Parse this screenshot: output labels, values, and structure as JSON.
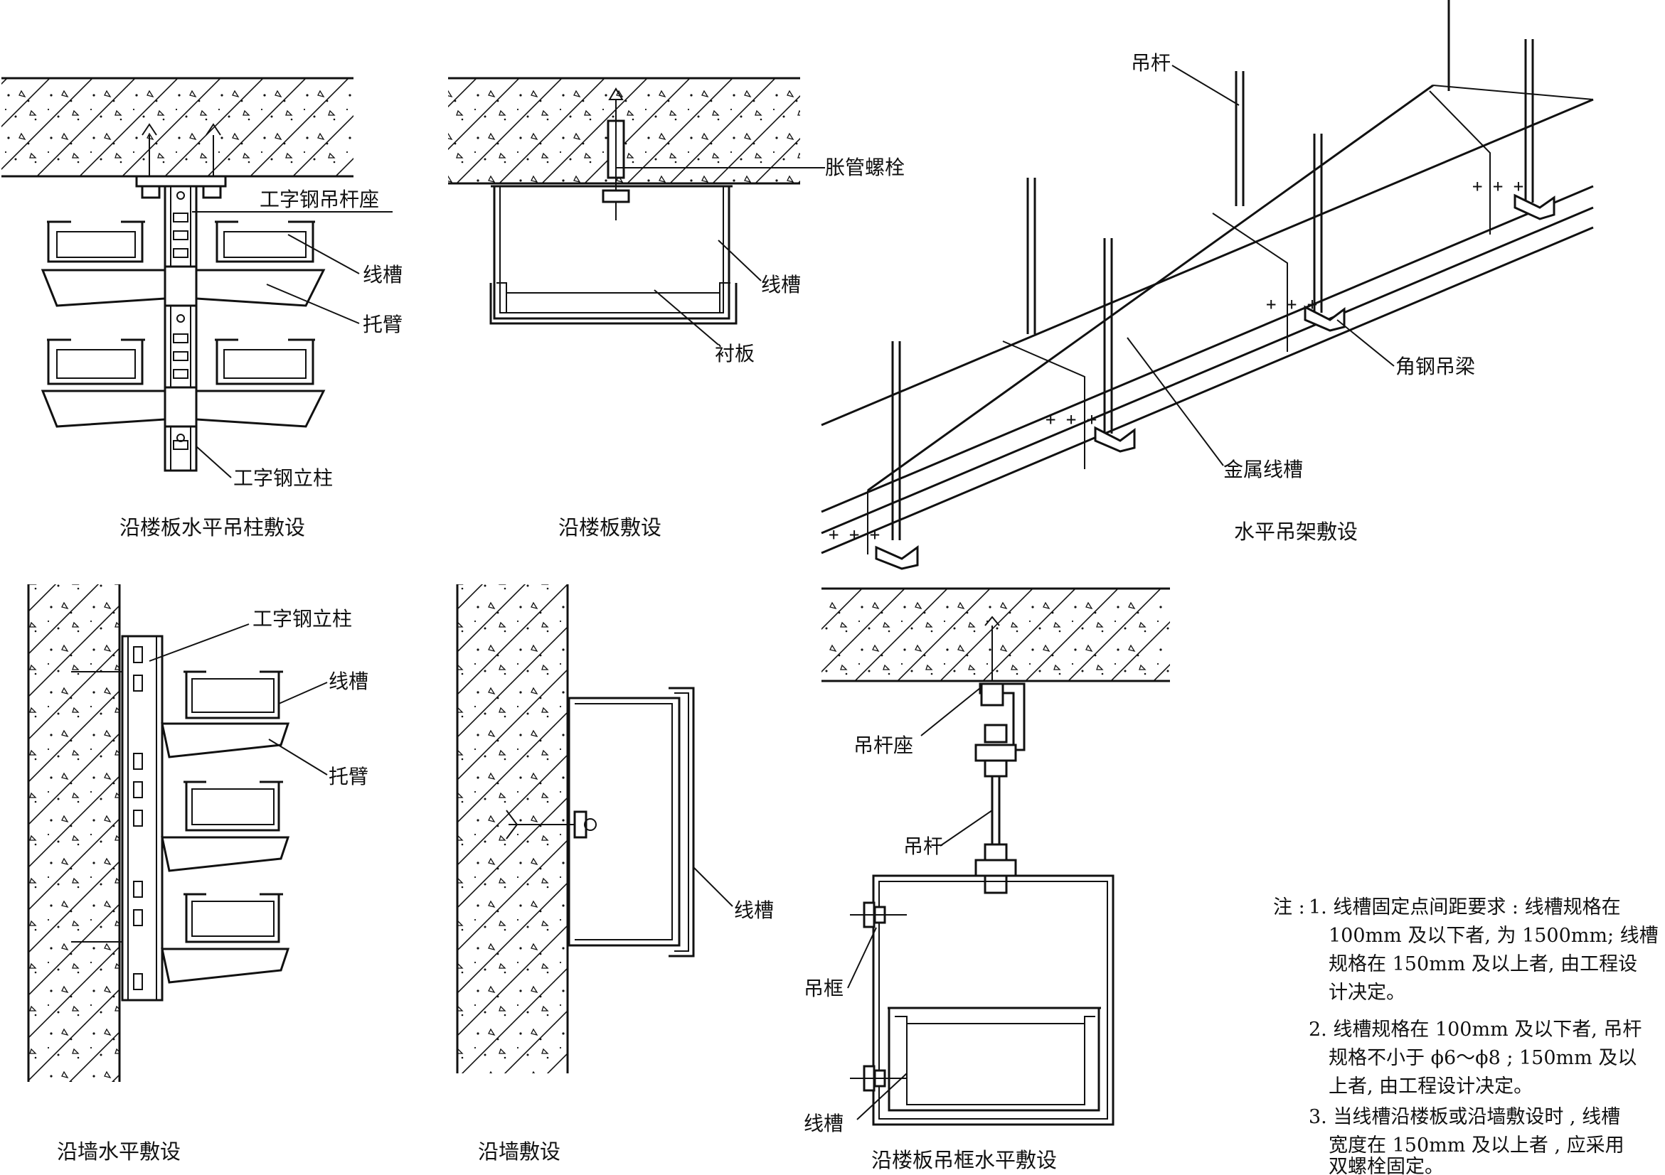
{
  "labels": {
    "d1_post_base": "工字钢吊杆座",
    "d1_trough": "线槽",
    "d1_bracket": "托臂",
    "d1_column": "工字钢立柱",
    "d2_bolt": "胀管螺栓",
    "d2_trough": "线槽",
    "d2_liner": "衬板",
    "d3_rod": "吊杆",
    "d3_angle_beam": "角钢吊梁",
    "d3_metal_trough": "金属线槽",
    "d4_column": "工字钢立柱",
    "d4_trough": "线槽",
    "d4_bracket": "托臂",
    "d5_trough": "线槽",
    "d6_rod_base": "吊杆座",
    "d6_rod": "吊杆",
    "d6_frame": "吊框",
    "d6_trough": "线槽"
  },
  "captions": {
    "d1": "沿楼板水平吊柱敷设",
    "d2": "沿楼板敷设",
    "d3": "水平吊架敷设",
    "d4": "沿墙水平敷设",
    "d5": "沿墙敷设",
    "d6": "沿楼板吊框水平敷设"
  },
  "notes": {
    "prefix": "注 :",
    "n1_l1": "1. 线槽固定点间距要求 :  线槽规格在",
    "n1_l2": "100mm 及以下者, 为 1500mm; 线槽",
    "n1_l3": "规格在 150mm 及以上者, 由工程设",
    "n1_l4": "计决定。",
    "n2_l1": "2. 线槽规格在 100mm 及以下者, 吊杆",
    "n2_l2": "规格不小于 ϕ6～ϕ8 ; 150mm 及以",
    "n2_l3": "上者, 由工程设计决定。",
    "n3_l1": "3. 当线槽沿楼板或沿墙敷设时 , 线槽",
    "n3_l2": "宽度在 150mm 及以上者 , 应采用",
    "n3_l3": "双螺栓固定。"
  }
}
